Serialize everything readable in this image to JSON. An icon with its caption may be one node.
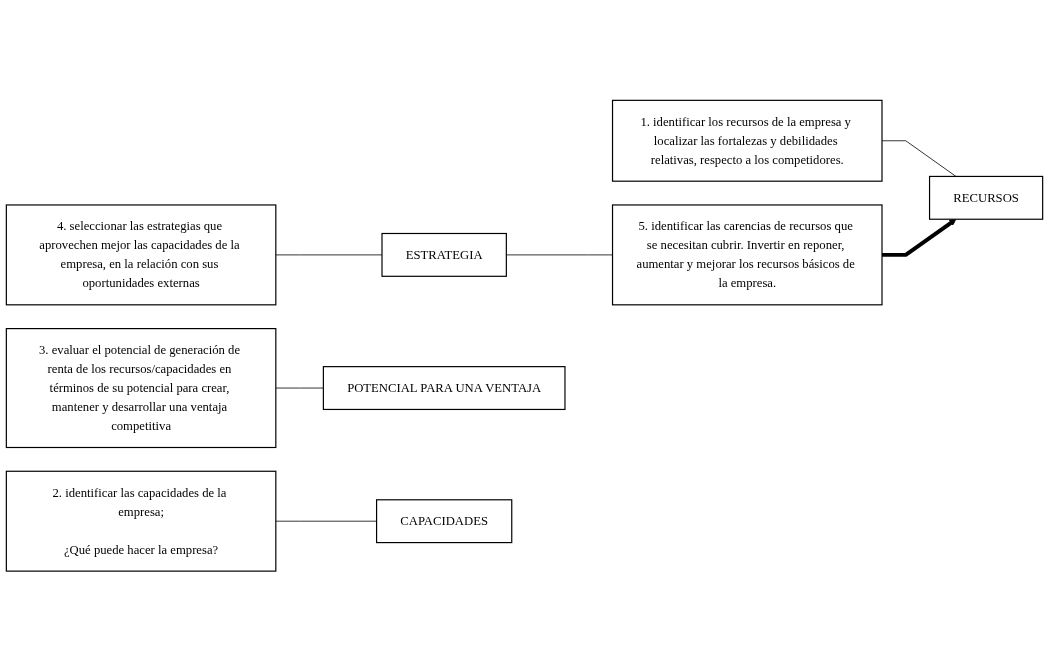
{
  "diagram": {
    "nodes": [
      {
        "text": [
          "4. seleccionar las estrategias que aprovechen mejor las capacidades de la empresa, en la relación con sus oportunidades externas"
        ]
      },
      {
        "text": [
          "ESTRATEGIA"
        ]
      },
      {
        "text": [
          "3. evaluar el potencial de generación de renta de los recursos/capacidades en términos de su potencial para crear, mantener y desarrollar una ventaja competitiva"
        ]
      },
      {
        "text": [
          "POTENCIAL PARA UNA VENTAJA"
        ]
      },
      {
        "text": [
          "2. identificar las capacidades de la empresa;",
          "¿Qué puede hacer la empresa?"
        ]
      },
      {
        "text": [
          "CAPACIDADES"
        ]
      },
      {
        "text": [
          "5. identificar las carencias de recursos que se necesitan cubrir. Invertir en reponer, aumentar y mejorar los recursos básicos de la empresa."
        ]
      },
      {
        "text": [
          "1. identificar los recursos de la empresa y localizar las fortalezas y debilidades relativas, respecto a los competidores."
        ]
      },
      {
        "text": [
          "RECURSOS"
        ]
      }
    ],
    "edges": [
      {
        "from": 0,
        "to": 1,
        "arrow": "none"
      },
      {
        "from": 2,
        "to": 3,
        "arrow": "none"
      },
      {
        "from": 4,
        "to": 5,
        "arrow": "none"
      },
      {
        "from": 7,
        "to": 8,
        "arrow": "none"
      },
      {
        "from": 1,
        "to": 6,
        "arrow": "none"
      },
      {
        "from": 6,
        "to": 8,
        "arrow": "to",
        "style": "thick"
      }
    ]
  }
}
